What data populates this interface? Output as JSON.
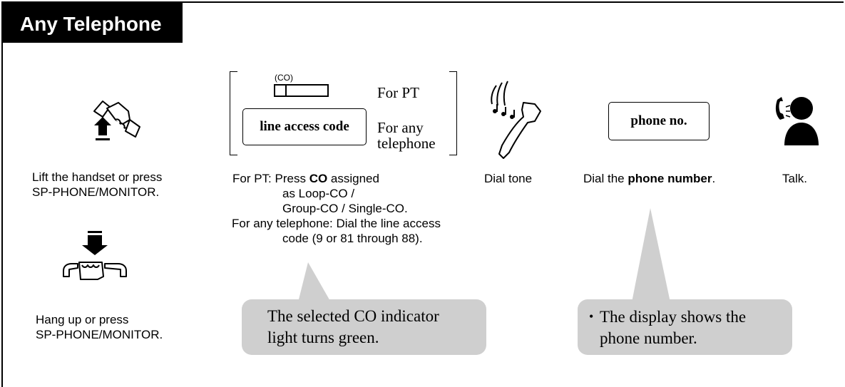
{
  "header": {
    "title": "Any Telephone"
  },
  "step_lift": {
    "line1": "Lift the handset or press",
    "line2": "SP-PHONE/MONITOR."
  },
  "step_hangup": {
    "line1": "Hang up or press",
    "line2": "SP-PHONE/MONITOR."
  },
  "co_selector": {
    "co_label": "(CO)",
    "for_pt": "For PT",
    "line_access_code": "line access code",
    "for_any_line1": "For any",
    "for_any_line2": "telephone"
  },
  "co_desc": {
    "pt_prefix": "For PT: Press ",
    "pt_bold": "CO",
    "pt_suffix": " assigned",
    "pt_line2": "as Loop-CO /",
    "pt_line3": "Group-CO / Single-CO.",
    "any_line1": "For any telephone: Dial the line access",
    "any_line2": "code (9 or 81 through 88)."
  },
  "dial_tone": {
    "label": "Dial tone"
  },
  "phone_no": {
    "box_label": "phone no.",
    "desc_prefix": "Dial the ",
    "desc_bold": "phone number",
    "desc_suffix": "."
  },
  "talk": {
    "label": "Talk."
  },
  "callouts": {
    "co_light_line1": "The selected CO indicator",
    "co_light_line2": "light turns green.",
    "bullet": "•",
    "display_line1": "The display shows the",
    "display_line2": "phone number."
  }
}
